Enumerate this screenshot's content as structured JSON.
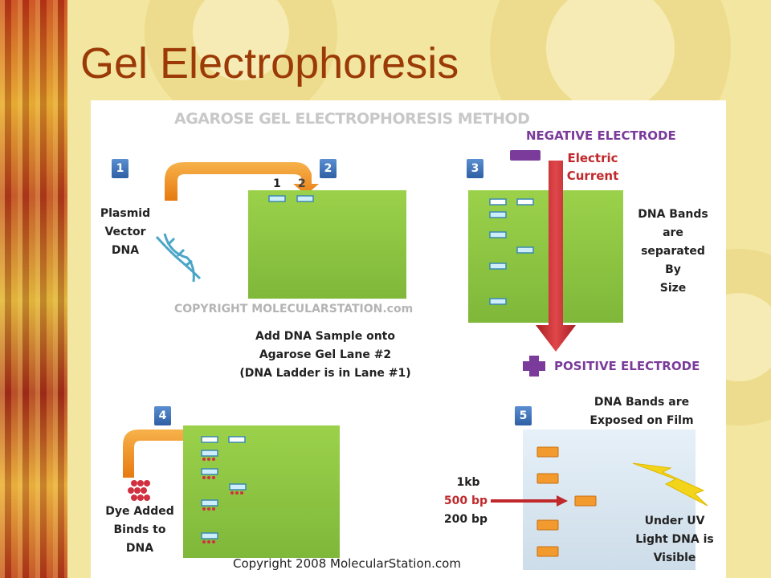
{
  "slide": {
    "title": "Gel Electrophoresis"
  },
  "diagram": {
    "header": "AGAROSE GEL ELECTROPHORESIS METHOD",
    "steps": [
      "1",
      "2",
      "3",
      "4",
      "5"
    ],
    "step1": {
      "label": [
        "Plasmid",
        "Vector",
        "DNA"
      ],
      "lane_numbers": [
        "1",
        "2"
      ]
    },
    "step2": {
      "watermark": "COPYRIGHT MOLECULARSTATION.com",
      "caption": [
        "Add DNA Sample onto",
        "Agarose Gel Lane #2",
        "(DNA Ladder is in Lane #1)"
      ]
    },
    "step3": {
      "negative_electrode": "NEGATIVE ELECTRODE",
      "current": [
        "Electric",
        "Current"
      ],
      "bands_label": [
        "DNA Bands",
        "are",
        "separated",
        "By",
        "Size"
      ],
      "positive_electrode": "POSITIVE ELECTRODE"
    },
    "step4": {
      "label": [
        "Dye Added",
        "Binds to",
        "DNA"
      ]
    },
    "step5": {
      "top_label": [
        "DNA Bands are",
        "Exposed on Film"
      ],
      "ladder": [
        "1kb",
        "500 bp",
        "200 bp"
      ],
      "uv_label": [
        "Under UV",
        "Light DNA is",
        "Visible"
      ]
    },
    "footer": "Copyright 2008 MolecularStation.com",
    "colors": {
      "gel": "#8cc63f",
      "title": "#9b3a06",
      "electrode": "#7a3b9a",
      "arrow_red": "#c0282b",
      "arrow_orange": "#f08a1c",
      "band_orange": "#f29a2e"
    }
  }
}
